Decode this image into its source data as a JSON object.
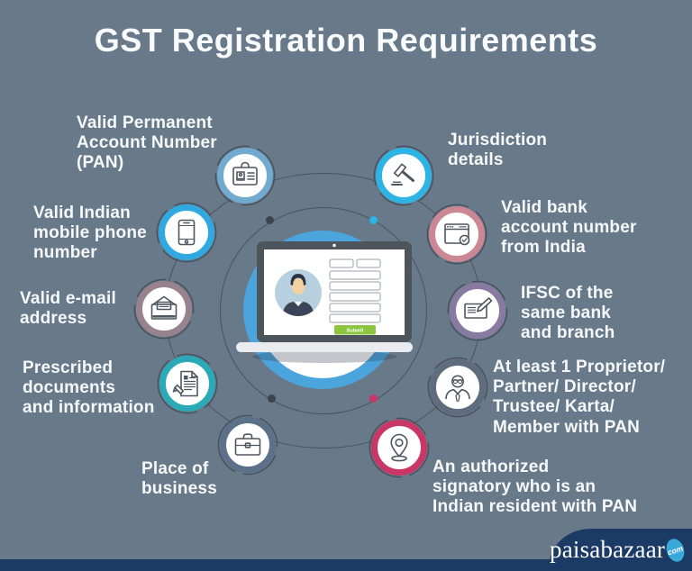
{
  "title": "GST Registration Requirements",
  "colors": {
    "background": "#68798A",
    "connector": "#4A535D",
    "center_circle_blue": "#4BA4DC",
    "submit_green": "#8CC63E",
    "footer_navy": "#1C3A66",
    "logo_dot_blue": "#39A9DC",
    "text": "#F6F8F9"
  },
  "items": [
    {
      "id": "pan",
      "label": "Valid Permanent\nAccount Number\n(PAN)",
      "icon": "id-card-icon",
      "ring_color": "#72A9CF"
    },
    {
      "id": "mobile",
      "label": "Valid Indian\nmobile phone\nnumber",
      "icon": "smartphone-icon",
      "ring_color": "#2FA9E0"
    },
    {
      "id": "email",
      "label": "Valid e-mail\naddress",
      "icon": "envelope-icon",
      "ring_color": "#97828E"
    },
    {
      "id": "documents",
      "label": "Prescribed\ndocuments\nand information",
      "icon": "document-pencil-icon",
      "ring_color": "#2AA9B6"
    },
    {
      "id": "place",
      "label": "Place of\nbusiness",
      "icon": "briefcase-icon",
      "ring_color": "#5C7089"
    },
    {
      "id": "jurisdiction",
      "label": "Jurisdiction\ndetails",
      "icon": "gavel-icon",
      "ring_color": "#2EB4E4"
    },
    {
      "id": "bank",
      "label": "Valid bank\naccount number\nfrom India",
      "icon": "bank-account-icon",
      "ring_color": "#CB8894"
    },
    {
      "id": "ifsc",
      "label": "IFSC of the\nsame bank\nand branch",
      "icon": "cheque-pen-icon",
      "ring_color": "#897AA1"
    },
    {
      "id": "proprietor",
      "label": "At least 1 Proprietor/\nPartner/ Director/\nTrustee/ Karta/\nMember with PAN",
      "icon": "proprietor-icon",
      "ring_color": "#5F6C7E"
    },
    {
      "id": "signatory",
      "label": "An authorized\nsignatory who is an\nIndian resident with PAN",
      "icon": "location-pin-icon",
      "ring_color": "#CA3767"
    }
  ],
  "center_form": {
    "submit_label": "Submit"
  },
  "footer": {
    "brand": "paisabazaar",
    "suffix": "com"
  }
}
